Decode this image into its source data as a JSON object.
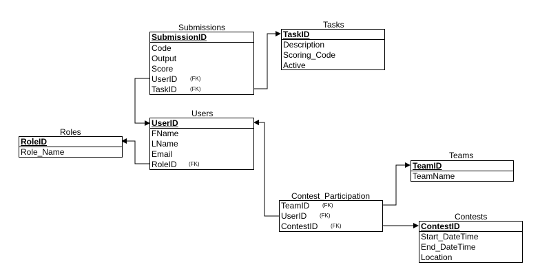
{
  "entities": {
    "submissions": {
      "title": "Submissions",
      "pk": "SubmissionID",
      "fields": [
        {
          "name": "Code",
          "fk": ""
        },
        {
          "name": "Output",
          "fk": ""
        },
        {
          "name": "Score",
          "fk": ""
        },
        {
          "name": "UserID",
          "fk": "(FK)"
        },
        {
          "name": "TaskID",
          "fk": "(FK)"
        }
      ]
    },
    "tasks": {
      "title": "Tasks",
      "pk": "TaskID",
      "fields": [
        {
          "name": "Description",
          "fk": ""
        },
        {
          "name": "Scoring_Code",
          "fk": ""
        },
        {
          "name": "Active",
          "fk": ""
        }
      ]
    },
    "users": {
      "title": "Users",
      "pk": "UserID",
      "fields": [
        {
          "name": "FName",
          "fk": ""
        },
        {
          "name": "LName",
          "fk": ""
        },
        {
          "name": "Email",
          "fk": ""
        },
        {
          "name": "RoleID",
          "fk": "(FK)"
        }
      ]
    },
    "roles": {
      "title": "Roles",
      "pk": "RoleID",
      "fields": [
        {
          "name": "Role_Name",
          "fk": ""
        }
      ]
    },
    "teams": {
      "title": "Teams",
      "pk": "TeamID",
      "fields": [
        {
          "name": "TeamName",
          "fk": ""
        }
      ]
    },
    "contest_participation": {
      "title": "Contest_Participation",
      "pk": "",
      "fields": [
        {
          "name": "TeamID",
          "fk": "(FK)"
        },
        {
          "name": "UserID",
          "fk": "(FK)"
        },
        {
          "name": "ContestID",
          "fk": "(FK)"
        }
      ]
    },
    "contests": {
      "title": "Contests",
      "pk": "ContestID",
      "fields": [
        {
          "name": "Start_DateTime",
          "fk": ""
        },
        {
          "name": "End_DateTime",
          "fk": ""
        },
        {
          "name": "Location",
          "fk": ""
        }
      ]
    }
  },
  "relationships": [
    {
      "from": "submissions.UserID",
      "to": "users.UserID"
    },
    {
      "from": "submissions.TaskID",
      "to": "tasks.TaskID"
    },
    {
      "from": "users.RoleID",
      "to": "roles.RoleID"
    },
    {
      "from": "contest_participation.UserID",
      "to": "users.UserID"
    },
    {
      "from": "contest_participation.TeamID",
      "to": "teams.TeamID"
    },
    {
      "from": "contest_participation.ContestID",
      "to": "contests.ContestID"
    }
  ]
}
